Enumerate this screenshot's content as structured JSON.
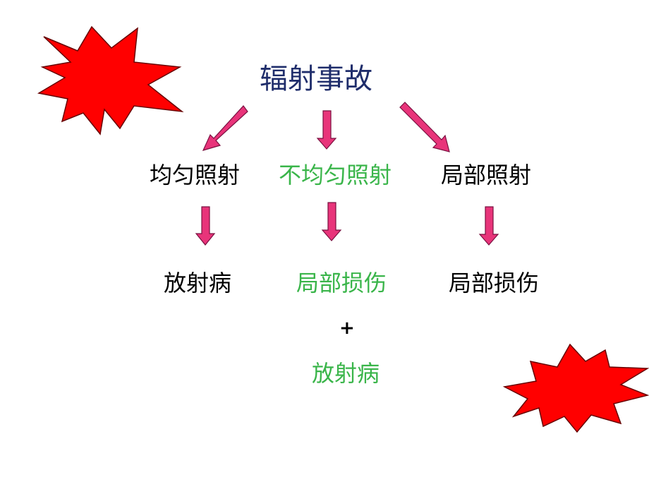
{
  "title": "辐射事故",
  "types": {
    "uniform": "均匀照射",
    "nonuniform": "不均匀照射",
    "local": "局部照射"
  },
  "outcomes": {
    "uniform": "放射病",
    "nonuniform": "局部损伤",
    "local": "局部损伤"
  },
  "plus": "+",
  "extra_outcome": "放射病",
  "colors": {
    "title": "#1f2d6b",
    "highlight": "#3ab54a",
    "arrow_fill": "#e8347a",
    "arrow_stroke": "#7a1040",
    "starburst_fill": "#ff0000"
  },
  "icons": [
    "starburst-icon",
    "down-arrow-icon",
    "diagonal-arrow-icon"
  ]
}
